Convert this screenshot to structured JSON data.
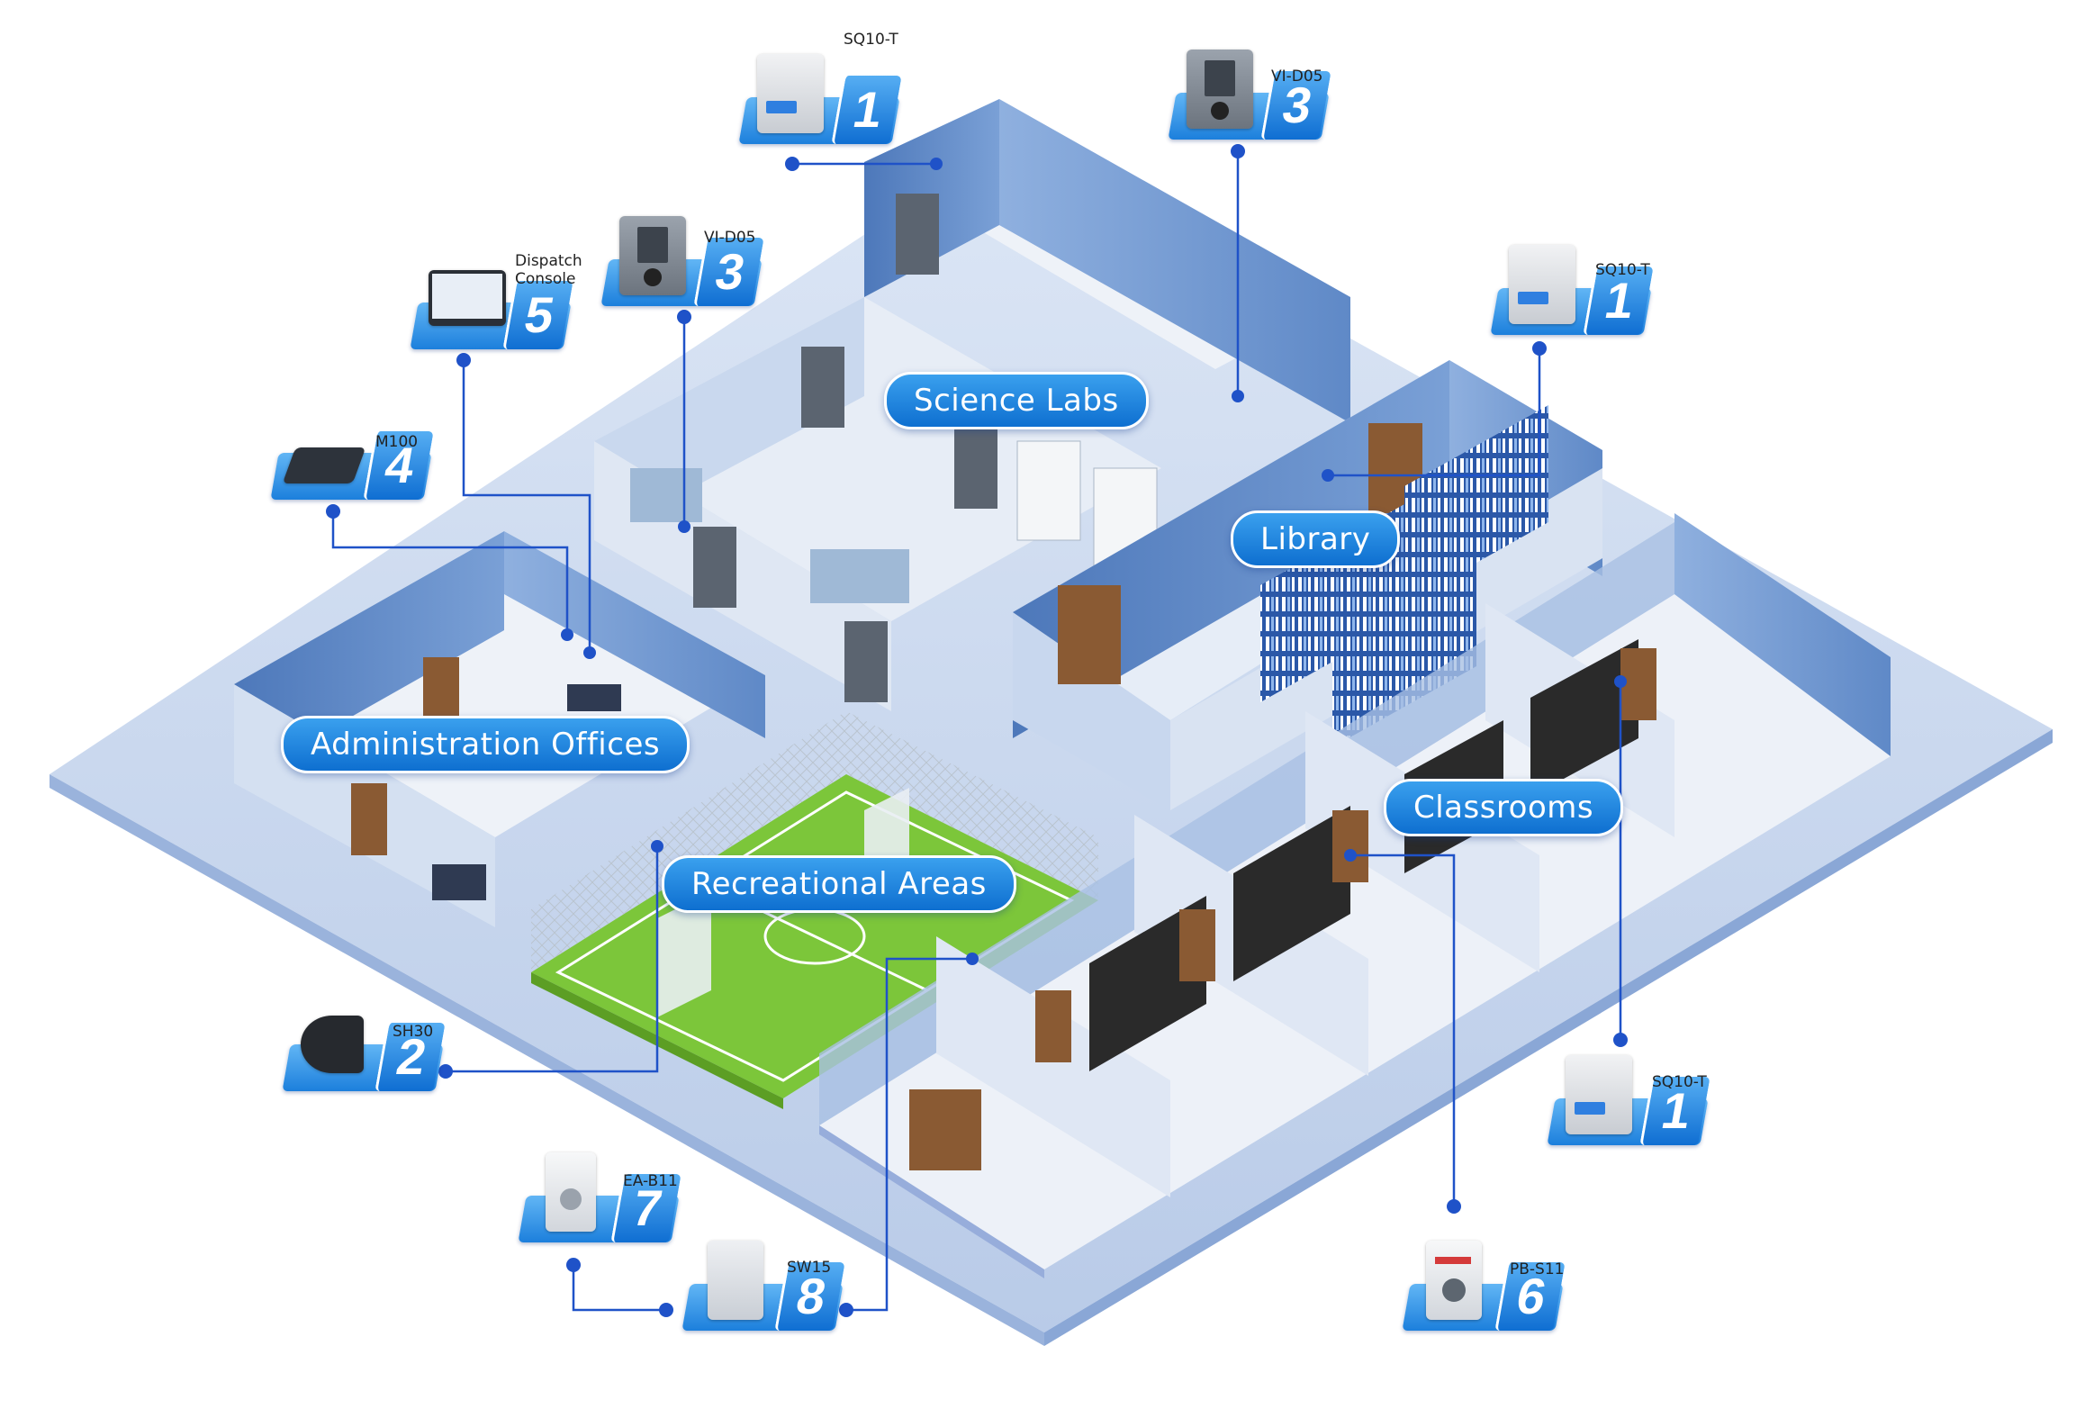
{
  "areas": {
    "science_labs": "Science Labs",
    "library": "Library",
    "administration": "Administration Offices",
    "recreational": "Recreational Areas",
    "classrooms": "Classrooms"
  },
  "devices": {
    "sq10t_top": {
      "label": "SQ10-T",
      "number": "1"
    },
    "vid05_top": {
      "label": "VI-D05",
      "number": "3"
    },
    "vid05_left": {
      "label": "VI-D05",
      "number": "3"
    },
    "dispatch": {
      "label_line1": "Dispatch",
      "label_line2": "Console",
      "number": "5"
    },
    "sq10t_right": {
      "label": "SQ10-T",
      "number": "1"
    },
    "m100": {
      "label": "M100",
      "number": "4"
    },
    "sh30": {
      "label": "SH30",
      "number": "2"
    },
    "sq10t_bottom": {
      "label": "SQ10-T",
      "number": "1"
    },
    "eab11": {
      "label": "EA-B11",
      "number": "7"
    },
    "sw15": {
      "label": "SW15",
      "number": "8"
    },
    "pbs11": {
      "label": "PB-S11",
      "number": "6"
    }
  },
  "colors": {
    "accent": "#1a7bd8",
    "floor": "#c7d6ee",
    "wall": "#5b86c6",
    "pitch": "#7cc63a",
    "line": "#1f52c8"
  }
}
